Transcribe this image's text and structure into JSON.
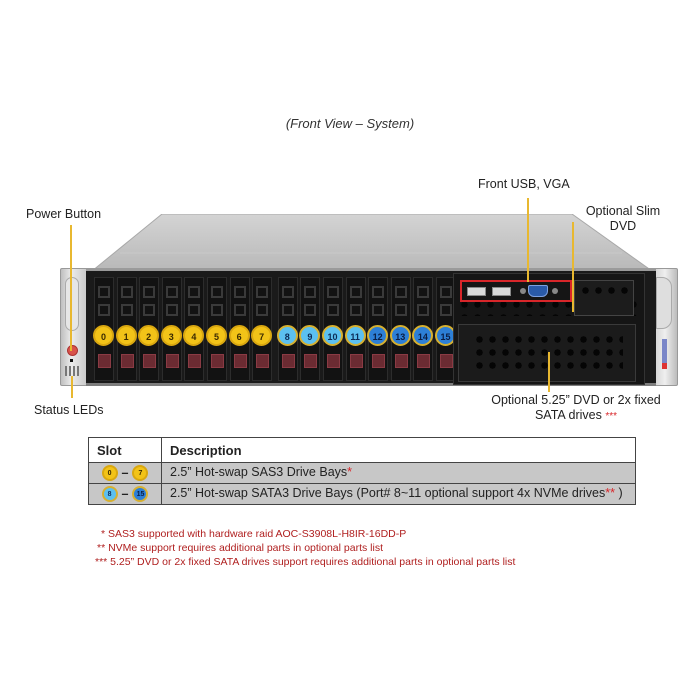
{
  "title": "(Front View – System)",
  "callouts": {
    "power_button": "Power Button",
    "status_leds": "Status LEDs",
    "front_usb_vga": "Front USB, VGA",
    "slim_dvd_line1": "Optional Slim",
    "slim_dvd_line2": "DVD",
    "dvd_bay_line1": "Optional 5.25” DVD or 2x fixed",
    "dvd_bay_line2": "SATA drives",
    "dvd_bay_marker": "***"
  },
  "drive_bays": [
    {
      "id": "0",
      "type": "sas"
    },
    {
      "id": "1",
      "type": "sas"
    },
    {
      "id": "2",
      "type": "sas"
    },
    {
      "id": "3",
      "type": "sas"
    },
    {
      "id": "4",
      "type": "sas"
    },
    {
      "id": "5",
      "type": "sas"
    },
    {
      "id": "6",
      "type": "sas"
    },
    {
      "id": "7",
      "type": "sas"
    },
    {
      "id": "8",
      "type": "sata-l"
    },
    {
      "id": "9",
      "type": "sata-l"
    },
    {
      "id": "10",
      "type": "sata-l"
    },
    {
      "id": "11",
      "type": "sata-l"
    },
    {
      "id": "12",
      "type": "sata-d"
    },
    {
      "id": "13",
      "type": "sata-d"
    },
    {
      "id": "14",
      "type": "sata-d"
    },
    {
      "id": "15",
      "type": "sata-d"
    }
  ],
  "colors": {
    "sas_badge": "#f2c318",
    "sata_badge_light": "#5cc0f0",
    "sata_badge_dark": "#2d7fd6",
    "callout_line": "#e8b830",
    "highlight_box": "#d8262a",
    "note_text": "#b02020"
  },
  "table": {
    "headers": [
      "Slot",
      "Description"
    ],
    "rows": [
      {
        "slot_from": "0",
        "slot_to": "7",
        "dash": "–",
        "description": "2.5” Hot-swap SAS3 Drive Bays",
        "marker": "*"
      },
      {
        "slot_from": "8",
        "slot_to": "15",
        "dash": "–",
        "description": "2.5” Hot-swap SATA3 Drive Bays (Port# 8~11 optional support 4x NVMe drives",
        "marker": "**",
        "suffix": " )"
      }
    ]
  },
  "notes": [
    "* SAS3 supported with hardware  raid  AOC-S3908L-H8IR-16DD-P",
    "** NVMe support requires  additional parts in optional parts list",
    "*** 5.25” DVD or 2x fixed SATA drives  support requires  additional parts in optional parts list"
  ]
}
